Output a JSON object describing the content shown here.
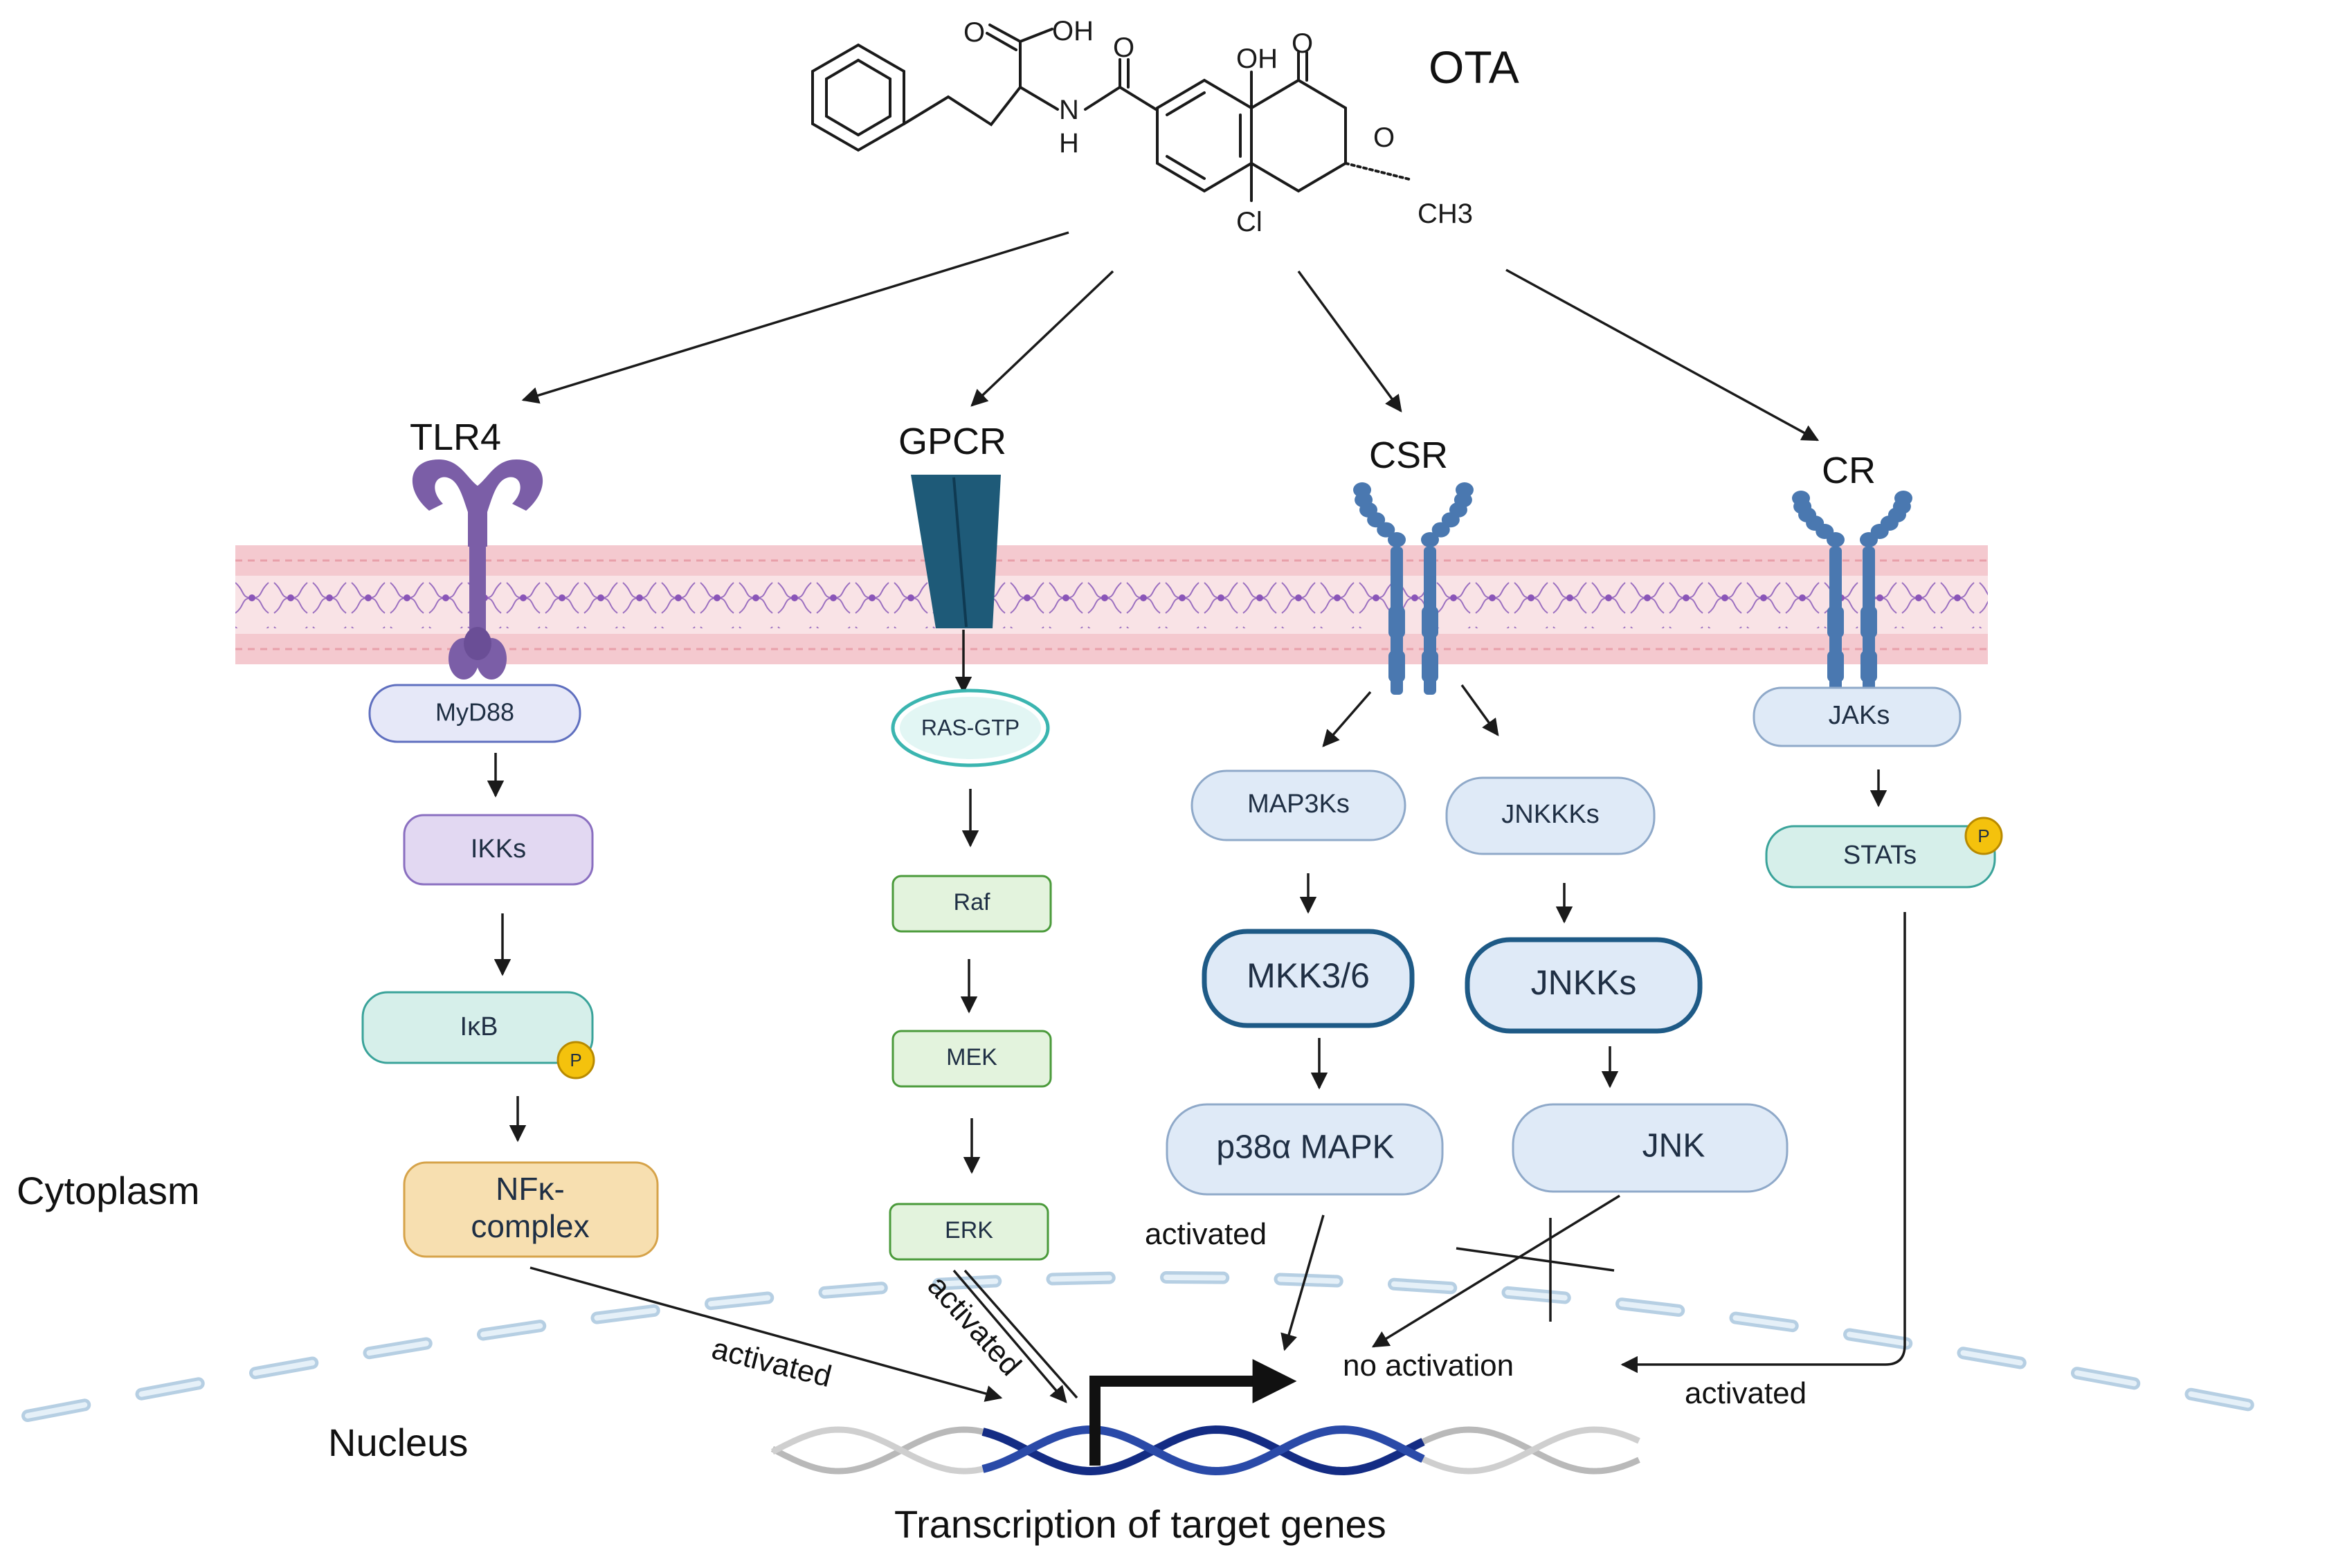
{
  "molecule": {
    "name": "OTA",
    "atoms": {
      "o1": "O",
      "oh1": "OH",
      "o2": "O",
      "n": "N",
      "h": "H",
      "oh2": "OH",
      "o3": "O",
      "o_ring": "O",
      "methyl": "CH3",
      "cl": "Cl"
    }
  },
  "receptors": {
    "tlr4": "TLR4",
    "gpcr": "GPCR",
    "csr": "CSR",
    "cr": "CR"
  },
  "nodes": {
    "myd88": "MyD88",
    "ikks": "IKKs",
    "ikb": "IκB",
    "nfk_line1": "NFκ-",
    "nfk_line2": "complex",
    "ras_gtp": "RAS-GTP",
    "raf": "Raf",
    "mek": "MEK",
    "erk": "ERK",
    "map3ks": "MAP3Ks",
    "jnkkks": "JNKKKs",
    "mkk36": "MKK3/6",
    "jnkks": "JNKKs",
    "p38": "p38α MAPK",
    "jnk": "JNK",
    "jaks": "JAKs",
    "stats": "STATs"
  },
  "phospho_label": "P",
  "compartments": {
    "cytoplasm": "Cytoplasm",
    "nucleus": "Nucleus"
  },
  "annotations": {
    "activated_nfk": "activated",
    "activated_erk": "activated",
    "activated_p38": "activated",
    "activated_stat": "activated",
    "no_activation": "no activation"
  },
  "footer": "Transcription of target genes",
  "colors": {
    "membrane_pink": "#f4c9cf",
    "lipid_purple": "#9b6fc0",
    "tlr4_purple": "#7b5ea7",
    "gpcr_teal": "#1e5a78",
    "receptor_blue": "#4a78b0",
    "myd88_fill": "#e6e8f8",
    "ikks_fill": "#e2d8f2",
    "ikb_fill": "#d6efea",
    "nfk_fill": "#f7dfb0",
    "green_box_fill": "#e3f3dd",
    "blue_pill_fill": "#dfeaf7",
    "phospho_yellow": "#f4c20d",
    "nuclear_envelope": "#c5dced",
    "dna_blue": "#142c84",
    "dna_grey": "#b9b9b9"
  }
}
